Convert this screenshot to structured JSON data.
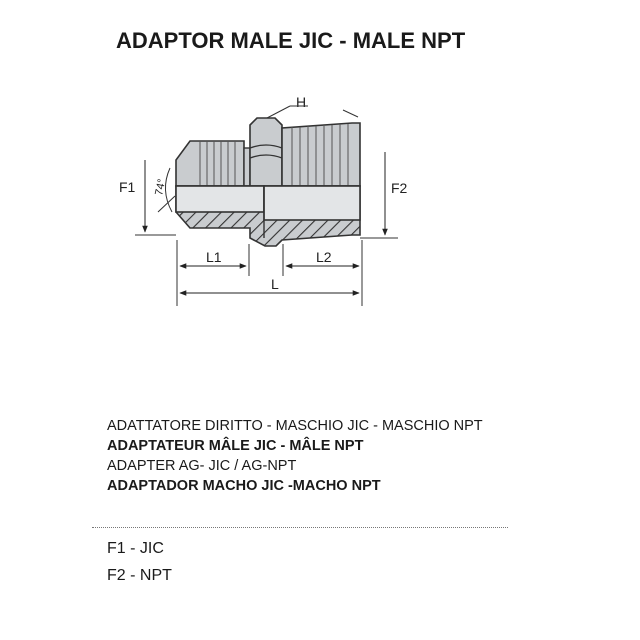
{
  "title": "ADAPTOR MALE JIC - MALE NPT",
  "drawing": {
    "labels": {
      "h": "H",
      "f1": "F1",
      "f2": "F2",
      "angle": "74°",
      "l1": "L1",
      "l2": "L2",
      "l": "L"
    },
    "colors": {
      "body_fill": "#c9cccf",
      "stroke": "#333333",
      "thread_line": "#555555"
    }
  },
  "descriptions": [
    {
      "text": "ADATTATORE DIRITTO - MASCHIO JIC - MASCHIO NPT",
      "bold": false
    },
    {
      "text": "ADAPTATEUR MÂLE JIC - MÂLE NPT",
      "bold": true
    },
    {
      "text": "ADAPTER AG- JIC / AG-NPT",
      "bold": false
    },
    {
      "text": "ADAPTADOR MACHO JIC -MACHO NPT",
      "bold": true
    }
  ],
  "legend": [
    {
      "text": "F1 - JIC"
    },
    {
      "text": "F2 - NPT"
    }
  ]
}
